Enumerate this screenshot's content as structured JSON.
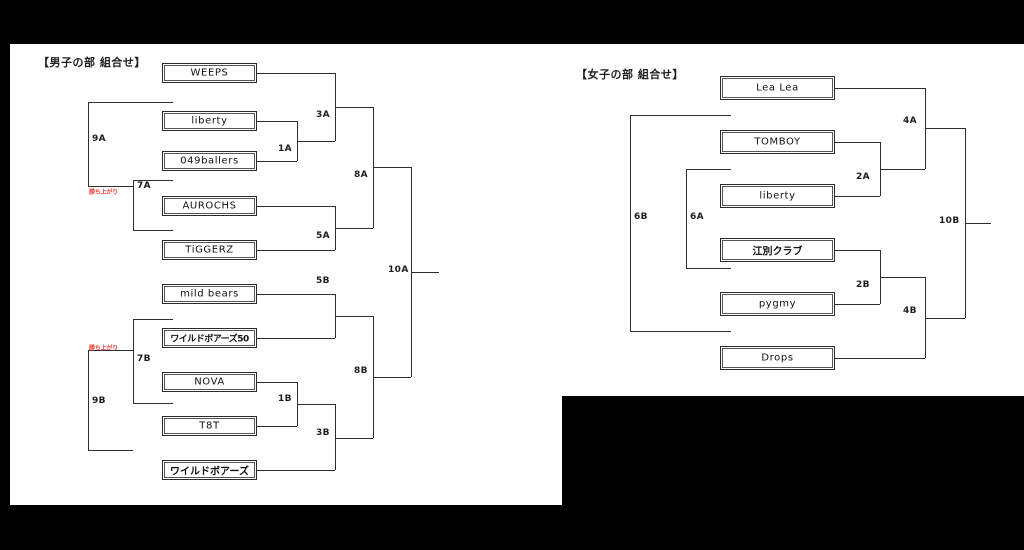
{
  "page": {
    "background_color": "#000000",
    "paper_color": "#ffffff",
    "line_color": "#2e2e2e",
    "accent_color": "#e8413c"
  },
  "brackets": {
    "mens": {
      "title": "【男子の部 組合せ】",
      "advance_note_top": "勝ち上がり",
      "advance_note_bottom": "勝ち上がり",
      "teams": [
        {
          "name": "WEEPS",
          "script": "latin"
        },
        {
          "name": "liberty",
          "script": "latin"
        },
        {
          "name": "049ballers",
          "script": "latin"
        },
        {
          "name": "AUROCHS",
          "script": "latin"
        },
        {
          "name": "TiGGERZ",
          "script": "latin"
        },
        {
          "name": "mild bears",
          "script": "latin"
        },
        {
          "name": "ワイルドボアーズ50",
          "script": "jp"
        },
        {
          "name": "NOVA",
          "script": "latin"
        },
        {
          "name": "T8T",
          "script": "latin"
        },
        {
          "name": "ワイルドボアーズ",
          "script": "jp"
        }
      ],
      "match_labels": [
        "9A",
        "7A",
        "1A",
        "3A",
        "5A",
        "8A",
        "10A",
        "5B",
        "7B",
        "9B",
        "1B",
        "3B",
        "8B"
      ]
    },
    "womens": {
      "title": "【女子の部 組合せ】",
      "teams": [
        {
          "name": "Lea Lea",
          "script": "latin"
        },
        {
          "name": "TOMBOY",
          "script": "latin"
        },
        {
          "name": "liberty",
          "script": "latin"
        },
        {
          "name": "江別クラブ",
          "script": "jp"
        },
        {
          "name": "pygmy",
          "script": "latin"
        },
        {
          "name": "Drops",
          "script": "latin"
        }
      ],
      "match_labels": [
        "6B",
        "6A",
        "4A",
        "2A",
        "2B",
        "4B",
        "10B"
      ]
    }
  },
  "chart_data": {
    "type": "table",
    "title": "Tournament draw brackets (men's and women's divisions)",
    "mens_seed_order": [
      "WEEPS",
      "liberty",
      "049ballers",
      "AUROCHS",
      "TiGGERZ",
      "mild bears",
      "ワイルドボアーズ50",
      "NOVA",
      "T8T",
      "ワイルドボアーズ"
    ],
    "womens_seed_order": [
      "Lea Lea",
      "TOMBOY",
      "liberty",
      "江別クラブ",
      "pygmy",
      "Drops"
    ],
    "mens_match_codes": [
      "1A",
      "3A",
      "5A",
      "7A",
      "8A",
      "9A",
      "10A",
      "1B",
      "3B",
      "5B",
      "7B",
      "8B",
      "9B"
    ],
    "womens_match_codes": [
      "2A",
      "4A",
      "6A",
      "2B",
      "4B",
      "6B",
      "10B"
    ]
  }
}
